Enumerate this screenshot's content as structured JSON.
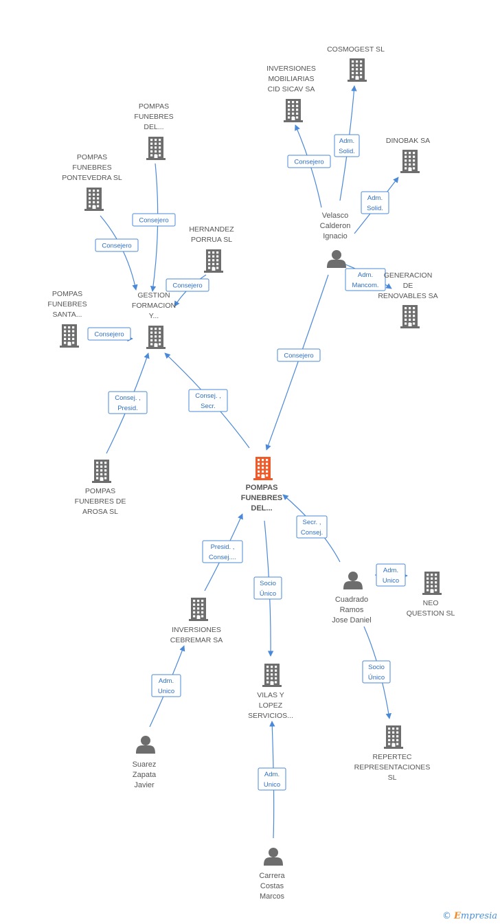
{
  "colors": {
    "edge": "#4a88d8",
    "company": "#6d6d6d",
    "focus": "#f05a28",
    "person": "#6d6d6d"
  },
  "nodes": [
    {
      "id": "focus",
      "type": "company",
      "focus": true,
      "label": [
        "POMPAS",
        "FUNEBRES",
        "DEL..."
      ]
    },
    {
      "id": "cosmogest",
      "type": "company",
      "label": [
        "COSMOGEST SL"
      ]
    },
    {
      "id": "inversiones_mob",
      "type": "company",
      "label": [
        "INVERSIONES",
        "MOBILIARIAS",
        "CID SICAV SA"
      ]
    },
    {
      "id": "dinobak",
      "type": "company",
      "label": [
        "DINOBAK SA"
      ]
    },
    {
      "id": "velasco",
      "type": "person",
      "label": [
        "Velasco",
        "Calderon",
        "Ignacio"
      ]
    },
    {
      "id": "generacion",
      "type": "company",
      "label": [
        "GENERACION",
        "DE",
        "RENOVABLES SA"
      ]
    },
    {
      "id": "pompas_del2",
      "type": "company",
      "label": [
        "POMPAS",
        "FUNEBRES",
        "DEL..."
      ]
    },
    {
      "id": "pompas_pontevedra",
      "type": "company",
      "label": [
        "POMPAS",
        "FUNEBRES",
        "PONTEVEDRA SL"
      ]
    },
    {
      "id": "hernandez",
      "type": "company",
      "label": [
        "HERNANDEZ",
        "PORRUA SL"
      ]
    },
    {
      "id": "gestion",
      "type": "company",
      "label": [
        "GESTION",
        "FORMACION",
        "Y..."
      ]
    },
    {
      "id": "pompas_santa",
      "type": "company",
      "label": [
        "POMPAS",
        "FUNEBRES",
        "SANTA..."
      ]
    },
    {
      "id": "pompas_arosa",
      "type": "company",
      "label": [
        "POMPAS",
        "FUNEBRES DE",
        "AROSA SL"
      ]
    },
    {
      "id": "inversiones_ceb",
      "type": "company",
      "label": [
        "INVERSIONES",
        "CEBREMAR SA"
      ]
    },
    {
      "id": "suarez",
      "type": "person",
      "label": [
        "Suarez",
        "Zapata",
        "Javier"
      ]
    },
    {
      "id": "vilas",
      "type": "company",
      "label": [
        "VILAS Y",
        "LOPEZ",
        "SERVICIOS..."
      ]
    },
    {
      "id": "carrera",
      "type": "person",
      "label": [
        "Carrera",
        "Costas",
        "Marcos"
      ]
    },
    {
      "id": "cuadrado",
      "type": "person",
      "label": [
        "Cuadrado",
        "Ramos",
        "Jose Daniel"
      ]
    },
    {
      "id": "neo",
      "type": "company",
      "label": [
        "NEO",
        "QUESTION  SL"
      ]
    },
    {
      "id": "repertec",
      "type": "company",
      "label": [
        "REPERTEC",
        "REPRESENTACIONES",
        "SL"
      ]
    }
  ],
  "edges": [
    {
      "from": "velasco",
      "to": "cosmogest",
      "label": [
        "Adm.",
        "Solid."
      ]
    },
    {
      "from": "velasco",
      "to": "inversiones_mob",
      "label": [
        "Consejero"
      ]
    },
    {
      "from": "velasco",
      "to": "dinobak",
      "label": [
        "Adm.",
        "Solid."
      ]
    },
    {
      "from": "velasco",
      "to": "generacion",
      "label": [
        "Adm.",
        "Mancom."
      ]
    },
    {
      "from": "velasco",
      "to": "focus",
      "label": [
        "Consejero"
      ]
    },
    {
      "from": "pompas_del2",
      "to": "gestion",
      "label": [
        "Consejero"
      ]
    },
    {
      "from": "pompas_pontevedra",
      "to": "gestion",
      "label": [
        "Consejero"
      ]
    },
    {
      "from": "hernandez",
      "to": "gestion",
      "label": [
        "Consejero"
      ]
    },
    {
      "from": "pompas_santa",
      "to": "gestion",
      "label": [
        "Consejero"
      ]
    },
    {
      "from": "pompas_arosa",
      "to": "gestion",
      "label": [
        "Consej. ,",
        "Presid."
      ]
    },
    {
      "from": "focus",
      "to": "gestion",
      "label": [
        "Consej. ,",
        "Secr."
      ]
    },
    {
      "from": "inversiones_ceb",
      "to": "focus",
      "label": [
        "Presid. ,",
        "Consej...."
      ]
    },
    {
      "from": "suarez",
      "to": "inversiones_ceb",
      "label": [
        "Adm.",
        "Unico"
      ]
    },
    {
      "from": "focus",
      "to": "vilas",
      "label": [
        "Socio",
        "Único"
      ]
    },
    {
      "from": "carrera",
      "to": "vilas",
      "label": [
        "Adm.",
        "Unico"
      ]
    },
    {
      "from": "cuadrado",
      "to": "focus",
      "label": [
        "Secr. ,",
        "Consej."
      ]
    },
    {
      "from": "cuadrado",
      "to": "neo",
      "label": [
        "Adm.",
        "Unico"
      ]
    },
    {
      "from": "cuadrado",
      "to": "repertec",
      "label": [
        "Socio",
        "Único"
      ]
    }
  ],
  "footer": {
    "copyright": "©",
    "brand_first": "E",
    "brand_rest": "mpresia"
  }
}
